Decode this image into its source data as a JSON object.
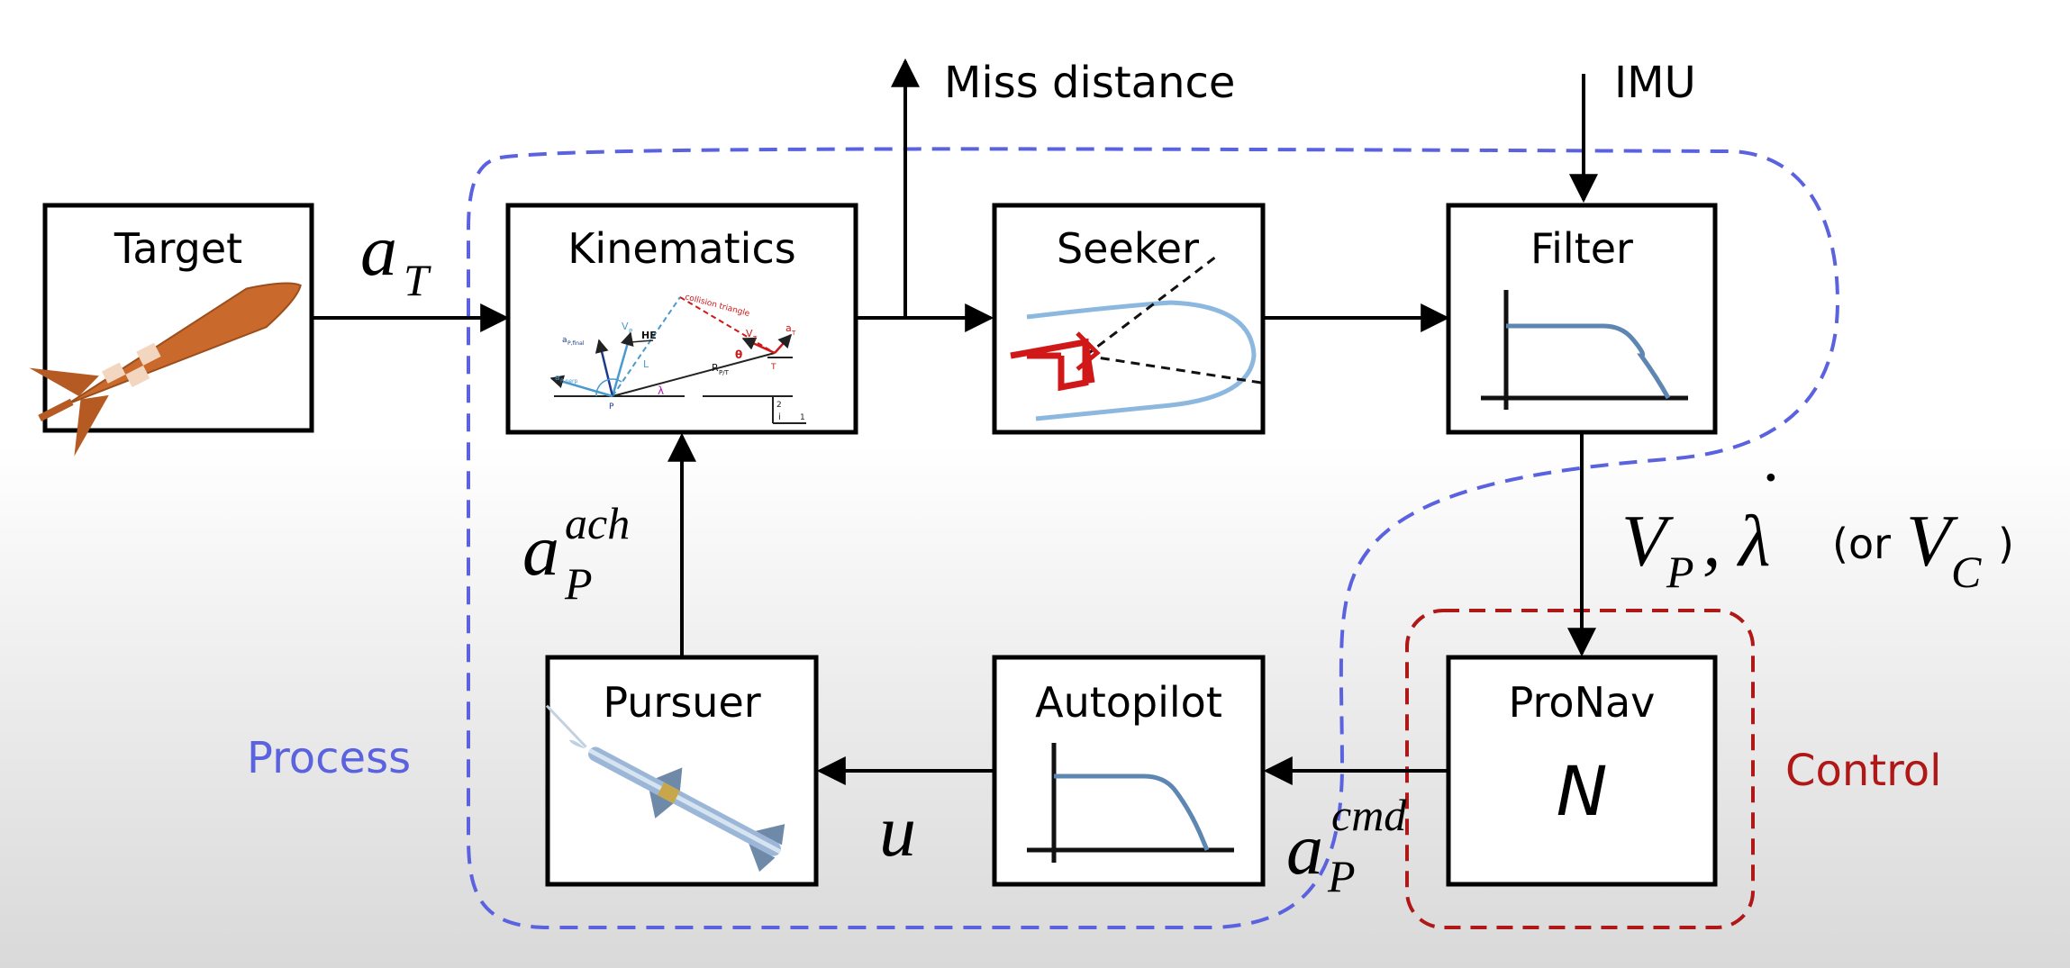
{
  "blocks": {
    "target": "Target",
    "kinematics": "Kinematics",
    "seeker": "Seeker",
    "filter": "Filter",
    "pursuer": "Pursuer",
    "autopilot": "Autopilot",
    "pronav": "ProNav",
    "pronav_gain": "N"
  },
  "outputs": {
    "miss_distance": "Miss distance",
    "imu": "IMU"
  },
  "regions": {
    "process": "Process",
    "control": "Control"
  },
  "signals": {
    "a_T": {
      "base": "a",
      "sub": "T"
    },
    "a_P_ach": {
      "base": "a",
      "sup": "ach",
      "sub": "P"
    },
    "u": "u",
    "a_P_cmd": {
      "base": "a",
      "sup": "cmd",
      "sub": "P"
    },
    "vp_lambda": {
      "v": "V",
      "v_sub": "P",
      "comma": ",",
      "lambda": "λ",
      "dot": "˙",
      "or_open": "(or",
      "vc": "V",
      "vc_sub": "C",
      "close": ")"
    }
  },
  "kinematics_inset": {
    "collision": "collision triangle",
    "he": "HE",
    "vp": "V",
    "vp_sub": "P",
    "vt": "V",
    "vt_sub": "T",
    "at": "a",
    "at_sub": "T",
    "l": "L",
    "rpt": "R",
    "rpt_sub": "P/T",
    "lambda": "λ",
    "theta": "θ",
    "p": "P",
    "t": "T",
    "a_final": "a",
    "a_final_sub": "P,final",
    "a_perp": "a",
    "a_perp_sub": "P,perp",
    "axis_i": "i",
    "axis_1": "1",
    "axis_2": "2"
  },
  "colors": {
    "process": "#5a62e0",
    "control": "#b01818",
    "rocket": "#c9692c",
    "missile": "#9bb6d6",
    "curve": "#5d86b2",
    "seeker_red": "#d01818",
    "seeker_blue": "#8cb8e0"
  }
}
